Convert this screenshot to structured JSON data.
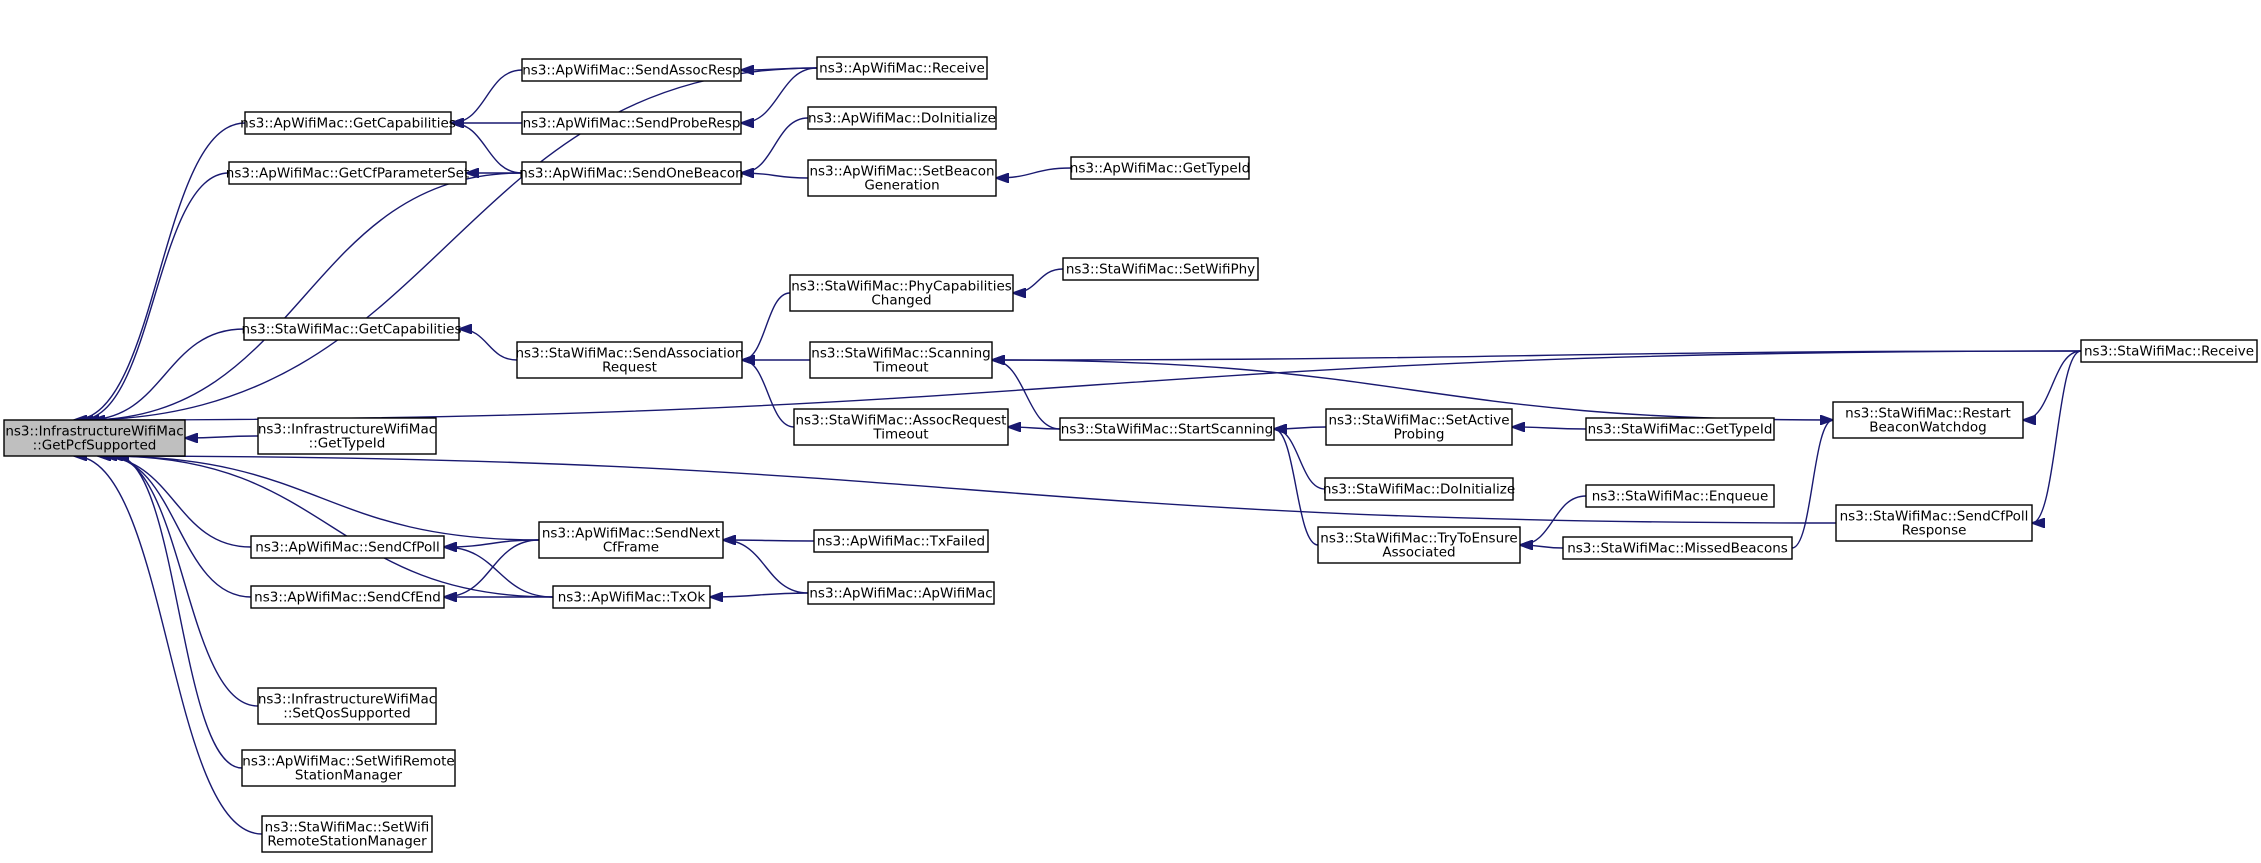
{
  "colors": {
    "edge": "#191970",
    "node_border": "#000000",
    "root_fill": "#bfbfbf",
    "node_fill": "#ffffff"
  },
  "nodes": [
    {
      "id": "root",
      "lines": [
        "ns3::InfrastructureWifiMac",
        "::GetPcfSupported"
      ],
      "root": true
    },
    {
      "id": "apgc",
      "lines": [
        "ns3::ApWifiMac::GetCapabilities"
      ]
    },
    {
      "id": "apgcf",
      "lines": [
        "ns3::ApWifiMac::GetCfParameterSet"
      ]
    },
    {
      "id": "stagc",
      "lines": [
        "ns3::StaWifiMac::GetCapabilities"
      ]
    },
    {
      "id": "infti",
      "lines": [
        "ns3::InfrastructureWifiMac",
        "::GetTypeId"
      ]
    },
    {
      "id": "apscp",
      "lines": [
        "ns3::ApWifiMac::SendCfPoll"
      ]
    },
    {
      "id": "apsce",
      "lines": [
        "ns3::ApWifiMac::SendCfEnd"
      ]
    },
    {
      "id": "infqs",
      "lines": [
        "ns3::InfrastructureWifiMac",
        "::SetQosSupported"
      ]
    },
    {
      "id": "apswr",
      "lines": [
        "ns3::ApWifiMac::SetWifiRemote",
        "StationManager"
      ]
    },
    {
      "id": "staswr",
      "lines": [
        "ns3::StaWifiMac::SetWifi",
        "RemoteStationManager"
      ]
    },
    {
      "id": "apsar",
      "lines": [
        "ns3::ApWifiMac::SendAssocResp"
      ]
    },
    {
      "id": "apspr",
      "lines": [
        "ns3::ApWifiMac::SendProbeResp"
      ]
    },
    {
      "id": "apsob",
      "lines": [
        "ns3::ApWifiMac::SendOneBeacon"
      ]
    },
    {
      "id": "stasar",
      "lines": [
        "ns3::StaWifiMac::SendAssociation",
        "Request"
      ]
    },
    {
      "id": "apsnc",
      "lines": [
        "ns3::ApWifiMac::SendNext",
        "CfFrame"
      ]
    },
    {
      "id": "aptxok",
      "lines": [
        "ns3::ApWifiMac::TxOk"
      ]
    },
    {
      "id": "aprecv",
      "lines": [
        "ns3::ApWifiMac::Receive"
      ]
    },
    {
      "id": "apdoi",
      "lines": [
        "ns3::ApWifiMac::DoInitialize"
      ]
    },
    {
      "id": "apsbg",
      "lines": [
        "ns3::ApWifiMac::SetBeacon",
        "Generation"
      ]
    },
    {
      "id": "stapcc",
      "lines": [
        "ns3::StaWifiMac::PhyCapabilities",
        "Changed"
      ]
    },
    {
      "id": "stast",
      "lines": [
        "ns3::StaWifiMac::Scanning",
        "Timeout"
      ]
    },
    {
      "id": "staart",
      "lines": [
        "ns3::StaWifiMac::AssocRequest",
        "Timeout"
      ]
    },
    {
      "id": "aptxf",
      "lines": [
        "ns3::ApWifiMac::TxFailed"
      ]
    },
    {
      "id": "apctor",
      "lines": [
        "ns3::ApWifiMac::ApWifiMac"
      ]
    },
    {
      "id": "apgti",
      "lines": [
        "ns3::ApWifiMac::GetTypeId"
      ]
    },
    {
      "id": "staswp",
      "lines": [
        "ns3::StaWifiMac::SetWifiPhy"
      ]
    },
    {
      "id": "stass",
      "lines": [
        "ns3::StaWifiMac::StartScanning"
      ]
    },
    {
      "id": "stasap",
      "lines": [
        "ns3::StaWifiMac::SetActive",
        "Probing"
      ]
    },
    {
      "id": "stadoi",
      "lines": [
        "ns3::StaWifiMac::DoInitialize"
      ]
    },
    {
      "id": "stattea",
      "lines": [
        "ns3::StaWifiMac::TryToEnsure",
        "Associated"
      ]
    },
    {
      "id": "stagti",
      "lines": [
        "ns3::StaWifiMac::GetTypeId"
      ]
    },
    {
      "id": "staenq",
      "lines": [
        "ns3::StaWifiMac::Enqueue"
      ]
    },
    {
      "id": "stamb",
      "lines": [
        "ns3::StaWifiMac::MissedBeacons"
      ]
    },
    {
      "id": "starbw",
      "lines": [
        "ns3::StaWifiMac::Restart",
        "BeaconWatchdog"
      ]
    },
    {
      "id": "stascpr",
      "lines": [
        "ns3::StaWifiMac::SendCfPoll",
        "Response"
      ]
    },
    {
      "id": "starecv",
      "lines": [
        "ns3::StaWifiMac::Receive"
      ]
    }
  ],
  "edges": [
    [
      "apgc",
      "root"
    ],
    [
      "apgcf",
      "root"
    ],
    [
      "stagc",
      "root"
    ],
    [
      "infti",
      "root"
    ],
    [
      "apscp",
      "root"
    ],
    [
      "apsce",
      "root"
    ],
    [
      "infqs",
      "root"
    ],
    [
      "apswr",
      "root"
    ],
    [
      "staswr",
      "root"
    ],
    [
      "aprecv",
      "root"
    ],
    [
      "apsob",
      "root"
    ],
    [
      "starecv",
      "root"
    ],
    [
      "stascpr",
      "root"
    ],
    [
      "apsnc",
      "root"
    ],
    [
      "aptxok",
      "root"
    ],
    [
      "apsar",
      "apgc"
    ],
    [
      "apspr",
      "apgc"
    ],
    [
      "apsob",
      "apgc"
    ],
    [
      "apsob",
      "apgcf"
    ],
    [
      "stasar",
      "stagc"
    ],
    [
      "apsnc",
      "apscp"
    ],
    [
      "aptxok",
      "apscp"
    ],
    [
      "apsnc",
      "apsce"
    ],
    [
      "aptxok",
      "apsce"
    ],
    [
      "aprecv",
      "apsar"
    ],
    [
      "aprecv",
      "apspr"
    ],
    [
      "apdoi",
      "apsob"
    ],
    [
      "apsbg",
      "apsob"
    ],
    [
      "stapcc",
      "stasar"
    ],
    [
      "stast",
      "stasar"
    ],
    [
      "staart",
      "stasar"
    ],
    [
      "aptxf",
      "apsnc"
    ],
    [
      "apctor",
      "apsnc"
    ],
    [
      "apctor",
      "aptxok"
    ],
    [
      "apgti",
      "apsbg"
    ],
    [
      "staswp",
      "stapcc"
    ],
    [
      "stass",
      "stast"
    ],
    [
      "stass",
      "staart"
    ],
    [
      "starecv",
      "stast"
    ],
    [
      "starbw",
      "stast"
    ],
    [
      "stasap",
      "stass"
    ],
    [
      "stadoi",
      "stass"
    ],
    [
      "stattea",
      "stass"
    ],
    [
      "stagti",
      "stasap"
    ],
    [
      "staenq",
      "stattea"
    ],
    [
      "stamb",
      "stattea"
    ],
    [
      "stamb",
      "starbw"
    ],
    [
      "starecv",
      "starbw"
    ],
    [
      "starecv",
      "stascpr"
    ]
  ]
}
